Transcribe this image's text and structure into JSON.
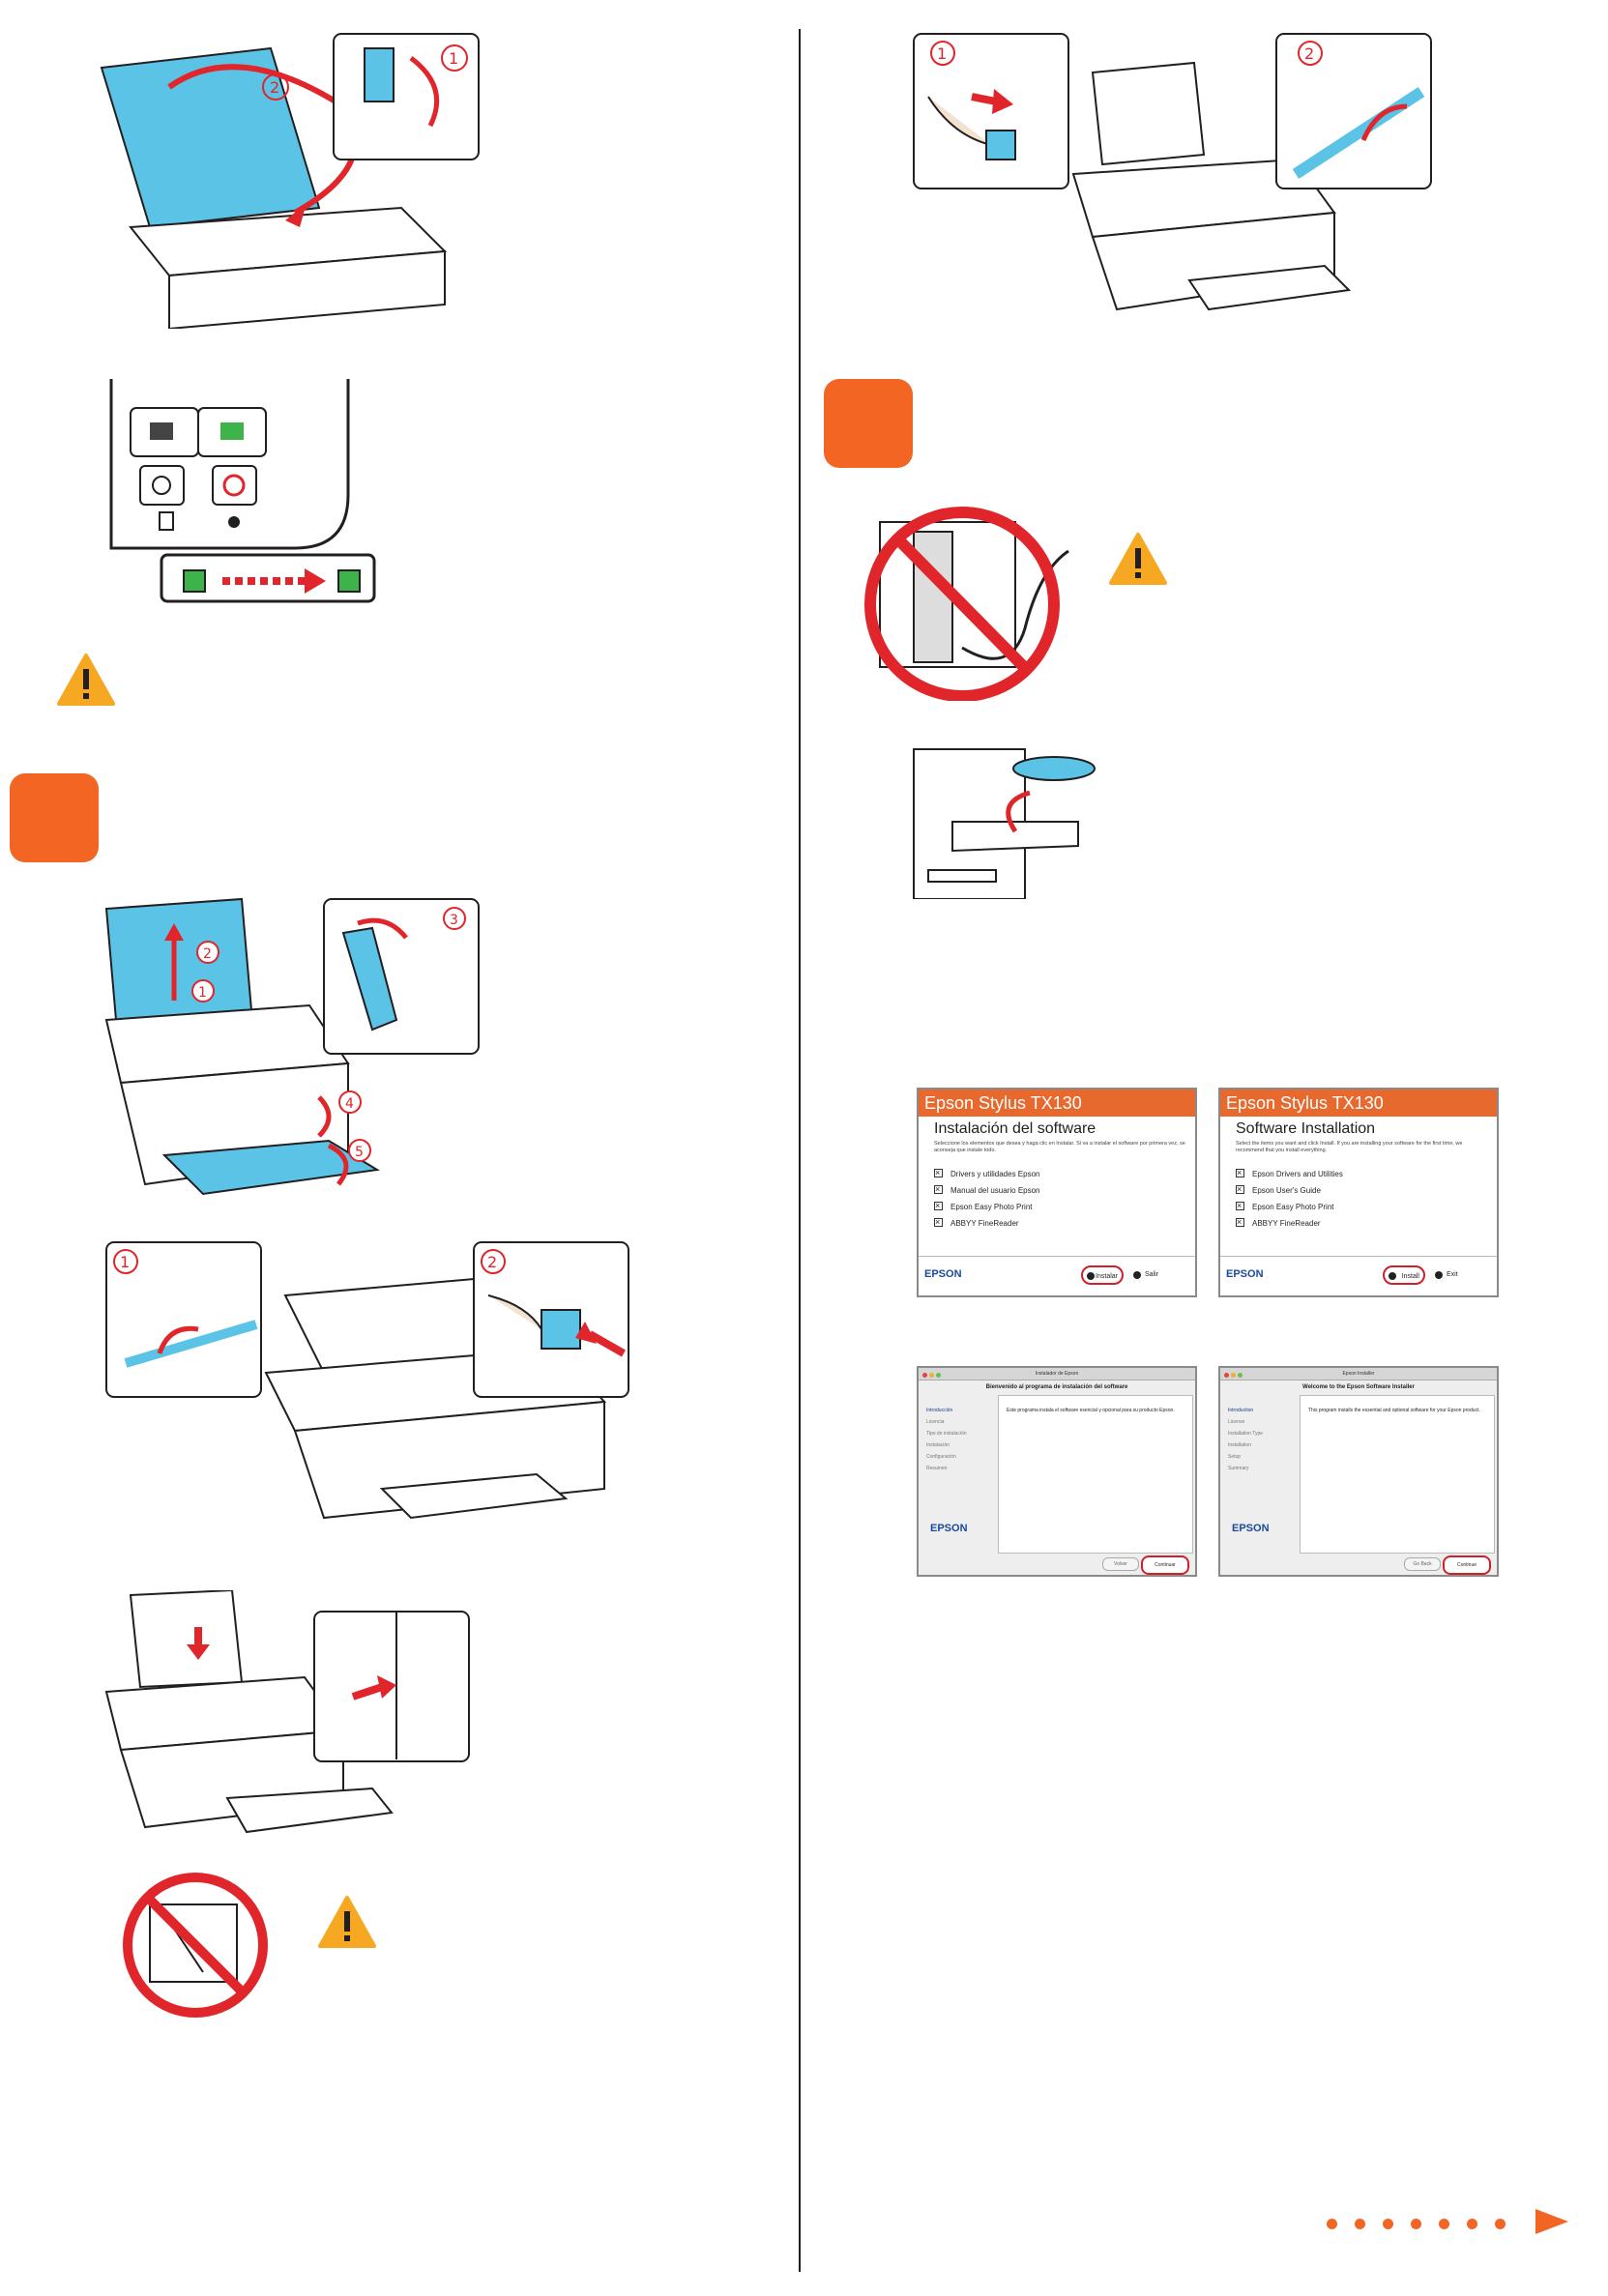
{
  "screenshots": {
    "windows_es": {
      "title": "Epson Stylus TX130",
      "heading": "Instalación del software",
      "description": "Seleccione los elementos que desea y haga clic en Instalar. Si va a instalar el software por primera vez, se aconseja que instale todo.",
      "items": [
        "Drivers y utilidades Epson",
        "Manual del usuario Epson",
        "Epson Easy Photo Print",
        "ABBYY FineReader"
      ],
      "logo": "EPSON",
      "install_button": "Instalar",
      "exit_button": "Salir"
    },
    "windows_en": {
      "title": "Epson Stylus TX130",
      "heading": "Software Installation",
      "description": "Select the items you want and click Install. If you are installing your software for the first time, we recommend that you install everything.",
      "items": [
        "Epson Drivers and Utilities",
        "Epson User's Guide",
        "Epson Easy Photo Print",
        "ABBYY FineReader"
      ],
      "logo": "EPSON",
      "install_button": "Install",
      "exit_button": "Exit"
    },
    "mac_es": {
      "window_title": "Instalador de Epson",
      "heading": "Bienvenido al programa de instalación del software",
      "steps": [
        "Introducción",
        "Licencia",
        "Tipo de instalación",
        "Instalación",
        "Configuración",
        "Resumen"
      ],
      "body": "Este programa instala el software esencial y opcional para su producto Epson.",
      "logo": "EPSON",
      "back_button": "Volver",
      "continue_button": "Continuar"
    },
    "mac_en": {
      "window_title": "Epson Installer",
      "heading": "Welcome to the Epson Software Installer",
      "steps": [
        "Introduction",
        "License",
        "Installation Type",
        "Installation",
        "Setup",
        "Summary"
      ],
      "body": "This program installs the essential and optional software for your Epson product.",
      "logo": "EPSON",
      "back_button": "Go Back",
      "continue_button": "Continue"
    }
  },
  "callout_numbers": {
    "scanner_lid": [
      "1",
      "2"
    ],
    "paper_support": [
      "1",
      "2",
      "3",
      "4",
      "5"
    ],
    "edge_guide": [
      "1",
      "2"
    ],
    "rear_guide": [
      "1",
      "2"
    ]
  },
  "colors": {
    "accent": "#f26522",
    "warning": "#f7a823",
    "arrow": "#e0252b",
    "ink_blue": "#5bc3e6",
    "led_green": "#3db34a"
  }
}
